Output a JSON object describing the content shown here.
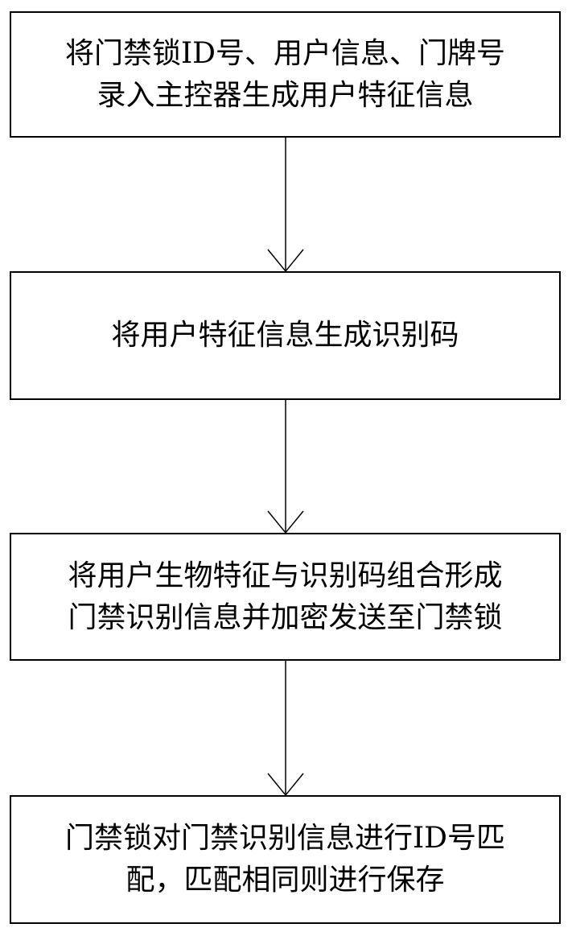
{
  "flowchart": {
    "steps": [
      {
        "lines": [
          "将门禁锁ID号、用户信息、门牌号",
          "录入主控器生成用户特征信息"
        ]
      },
      {
        "lines": [
          "将用户特征信息生成识别码"
        ]
      },
      {
        "lines": [
          "将用户生物特征与识别码组合形成",
          "门禁识别信息并加密发送至门禁锁"
        ]
      },
      {
        "lines": [
          "门禁锁对门禁识别信息进行ID号匹",
          "配，匹配相同则进行保存"
        ]
      }
    ]
  },
  "colors": {
    "stroke": "#000000",
    "background": "#ffffff",
    "text": "#000000"
  }
}
